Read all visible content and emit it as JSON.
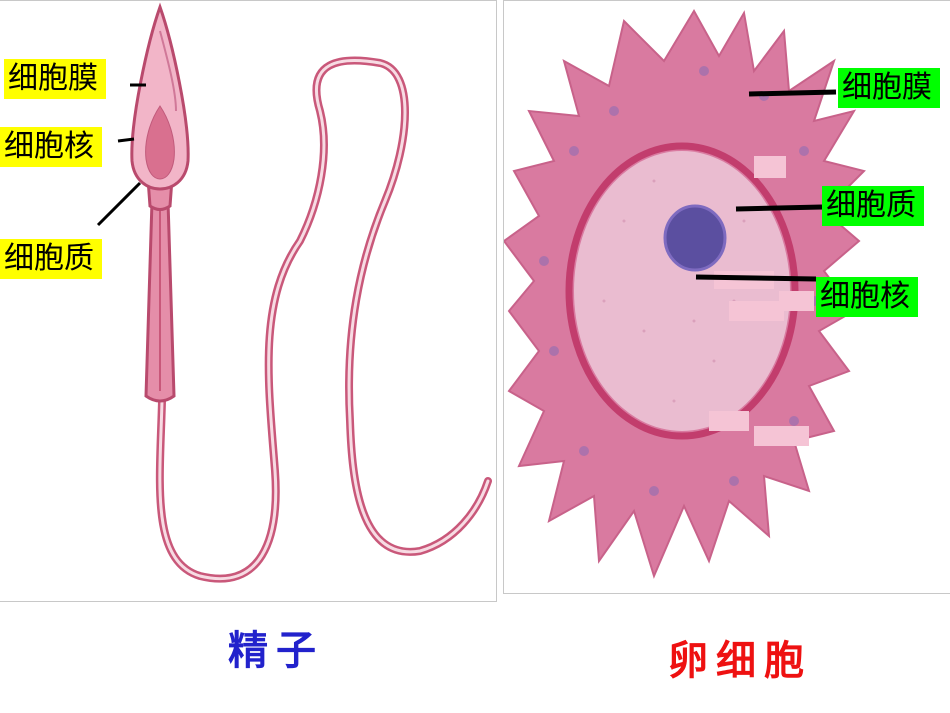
{
  "sperm": {
    "labels": {
      "membrane": "细胞膜",
      "nucleus": "细胞核",
      "cytoplasm": "细胞质"
    },
    "caption": "精子"
  },
  "egg": {
    "labels": {
      "membrane": "细胞膜",
      "cytoplasm": "细胞质",
      "nucleus": "细胞核"
    },
    "caption": "卵细胞"
  },
  "colors": {
    "label_bg_sperm": "#ffff00",
    "label_bg_egg": "#00ff00",
    "caption_sperm": "#2222cc",
    "caption_egg": "#ee1111",
    "cell_pink": "#d9708f"
  }
}
